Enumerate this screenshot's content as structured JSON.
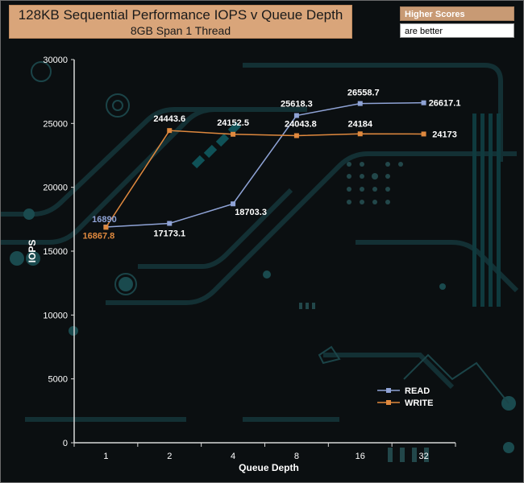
{
  "header": {
    "title": "128KB Sequential Performance IOPS v Queue Depth",
    "subtitle": "8GB Span 1 Thread"
  },
  "badge": {
    "line1": "Higher Scores",
    "line2": "are better"
  },
  "chart_data": {
    "type": "line",
    "title": "128KB Sequential Performance IOPS v Queue Depth",
    "subtitle": "8GB Span 1 Thread",
    "xlabel": "Queue Depth",
    "ylabel": "IOPS",
    "categories": [
      "1",
      "2",
      "4",
      "8",
      "16",
      "32"
    ],
    "ylim": [
      0,
      30000
    ],
    "yticks": [
      0,
      5000,
      10000,
      15000,
      20000,
      25000,
      30000
    ],
    "ytick_labels": [
      "0",
      "5000",
      "10000",
      "15000",
      "20000",
      "25000",
      "30000"
    ],
    "grid": false,
    "legend_position": "bottom-right",
    "series": [
      {
        "name": "READ",
        "color": "#8fa3d6",
        "label_color_first": "#8fa3d6",
        "values": [
          16890,
          17173.1,
          18703.3,
          25618.3,
          26558.7,
          26617.1
        ],
        "labels": [
          "16890",
          "17173.1",
          "18703.3",
          "25618.3",
          "26558.7",
          "26617.1"
        ]
      },
      {
        "name": "WRITE",
        "color": "#e0893e",
        "label_color_first": "#e0893e",
        "values": [
          16867.8,
          24443.6,
          24152.5,
          24043.8,
          24184,
          24173
        ],
        "labels": [
          "16867.8",
          "24443.6",
          "24152.5",
          "24043.8",
          "24184",
          "24173"
        ]
      }
    ]
  }
}
